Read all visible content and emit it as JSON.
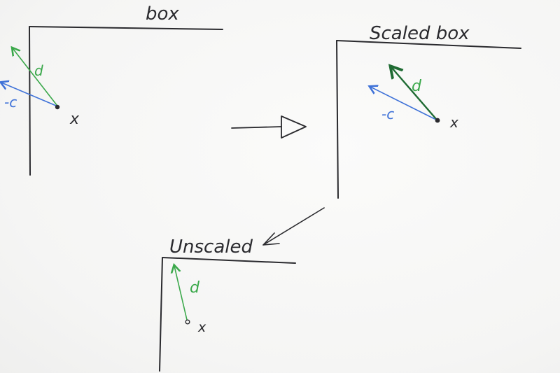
{
  "box": {
    "title": "box",
    "d_label": "d",
    "c_label": "-c",
    "x_label": "x"
  },
  "scaled_box": {
    "title": "Scaled box",
    "d_label": "d",
    "c_label": "-c",
    "x_label": "x"
  },
  "unscaled": {
    "title": "Unscaled",
    "d_label": "d",
    "x_label": "x"
  },
  "colors": {
    "ink": "#2a2a2e",
    "d_vector": "#3aa84a",
    "d_vector_scaled": "#1f6b33",
    "c_vector": "#3f72d8"
  }
}
